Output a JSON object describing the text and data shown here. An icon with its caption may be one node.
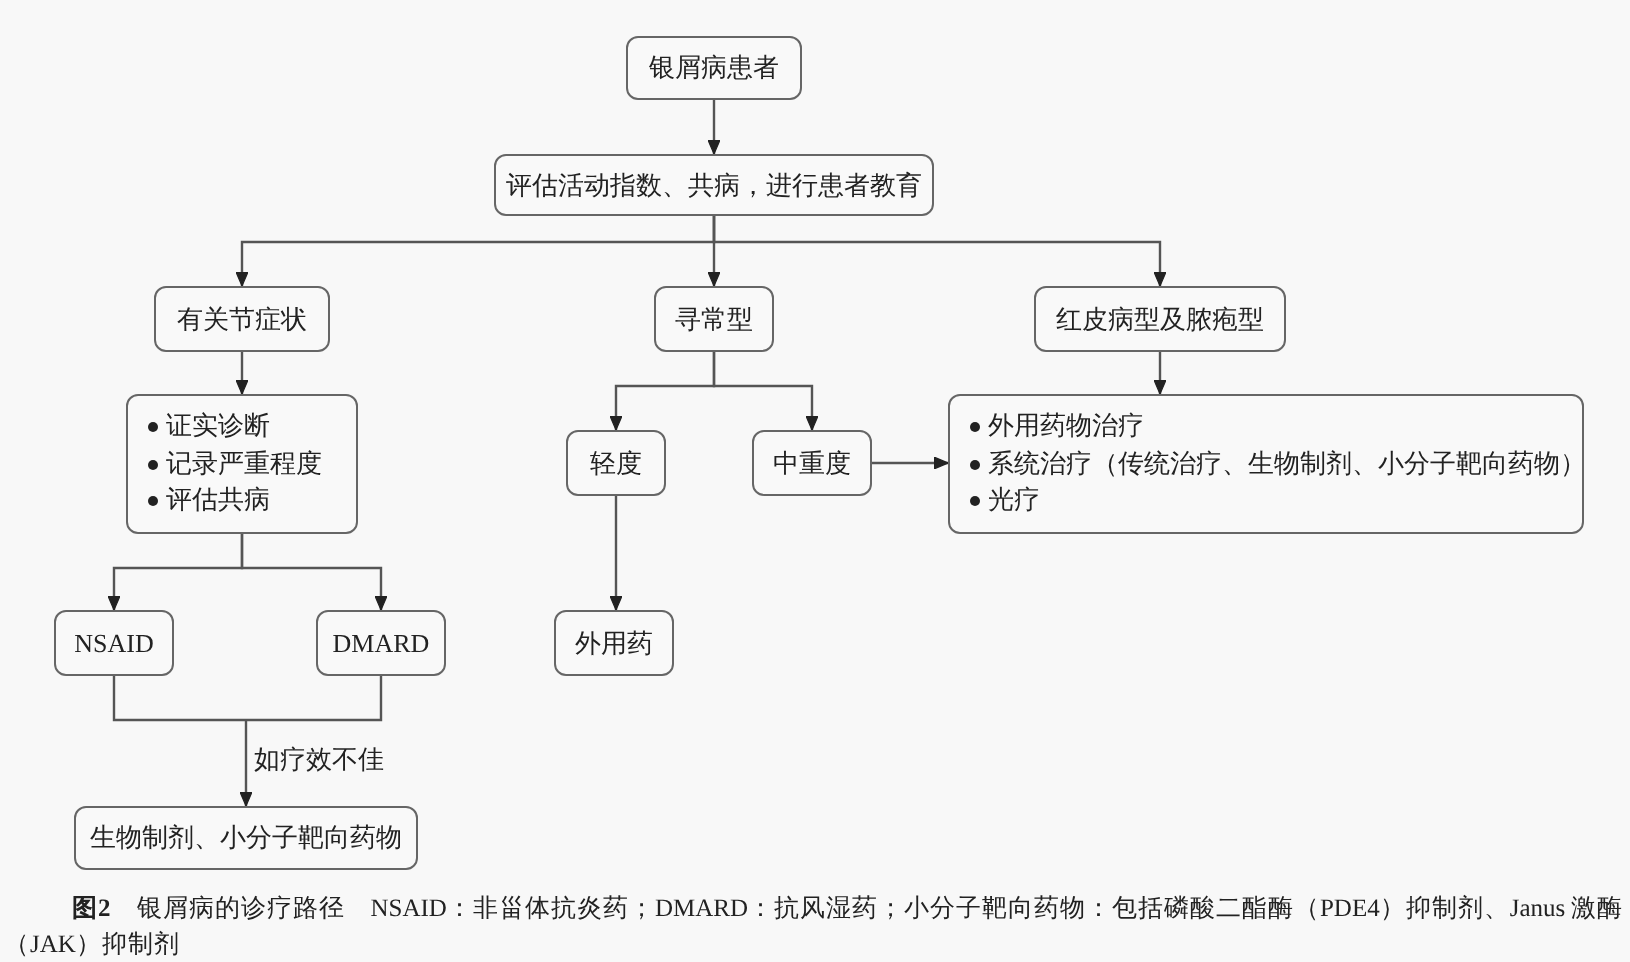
{
  "diagram": {
    "caption": "**图2**　银屑病的诊疗路径　NSAID：非甾体抗炎药；DMARD：抗风湿药；小分子靶向药物：包括磷酸二酯酶（PDE4）抑制剂、Janus 激酶（JAK）抑制剂",
    "nodes": [
      {
        "text": [
          "银屑病患者"
        ]
      },
      {
        "text": [
          "评估活动指数、共病，进行患者教育"
        ]
      },
      {
        "text": [
          "有关节症状"
        ]
      },
      {
        "text": [
          "寻常型"
        ]
      },
      {
        "text": [
          "红皮病型及脓疱型"
        ]
      },
      {
        "text": [
          "证实诊断",
          "记录严重程度",
          "评估共病"
        ]
      },
      {
        "text": [
          "轻度"
        ]
      },
      {
        "text": [
          "中重度"
        ]
      },
      {
        "text": [
          "外用药物治疗",
          "系统治疗（传统治疗、生物制剂、小分子靶向药物）",
          "光疗"
        ]
      },
      {
        "text": [
          "NSAID"
        ]
      },
      {
        "text": [
          "DMARD"
        ]
      },
      {
        "text": [
          "外用药"
        ]
      },
      {
        "text": [
          "生物制剂、小分子靶向药物"
        ]
      }
    ],
    "edges": [
      {
        "from": 0,
        "to": 1,
        "arrow": "to"
      },
      {
        "from": 1,
        "to": 2,
        "arrow": "to"
      },
      {
        "from": 1,
        "to": 3,
        "arrow": "to"
      },
      {
        "from": 1,
        "to": 4,
        "arrow": "to"
      },
      {
        "from": 2,
        "to": 5,
        "arrow": "to"
      },
      {
        "from": 3,
        "to": 6,
        "arrow": "to"
      },
      {
        "from": 3,
        "to": 7,
        "arrow": "to"
      },
      {
        "from": 4,
        "to": 8,
        "arrow": "to"
      },
      {
        "from": 7,
        "to": 8,
        "arrow": "to"
      },
      {
        "from": 5,
        "to": 9,
        "arrow": "to"
      },
      {
        "from": 5,
        "to": 10,
        "arrow": "to"
      },
      {
        "from": 6,
        "to": 11,
        "arrow": "to"
      },
      {
        "from": 9,
        "to": 12,
        "arrow": "to",
        "label": "如疗效不佳"
      },
      {
        "from": 10,
        "to": 12,
        "arrow": "to"
      }
    ]
  }
}
